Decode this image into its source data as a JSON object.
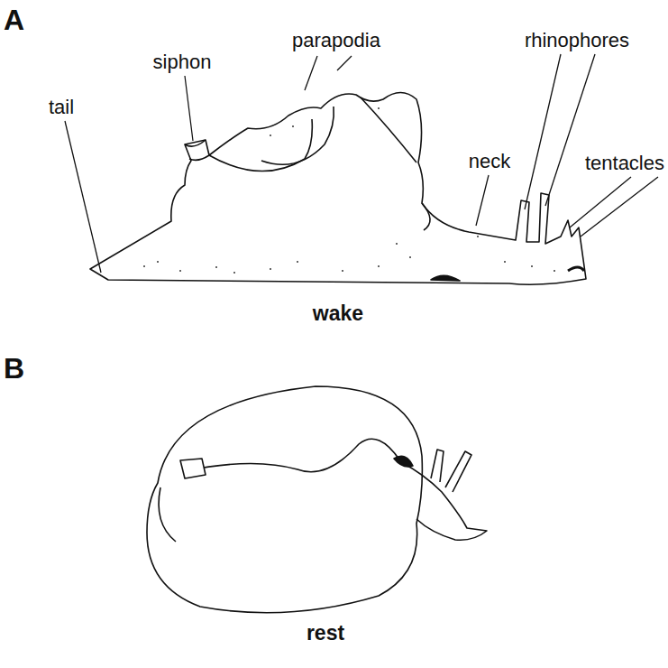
{
  "diagram": {
    "labels": [
      "A",
      "parapodia",
      "siphon",
      "rhinophores",
      "tail",
      "tentacles",
      "neck",
      "wake",
      "B",
      "rest"
    ]
  }
}
